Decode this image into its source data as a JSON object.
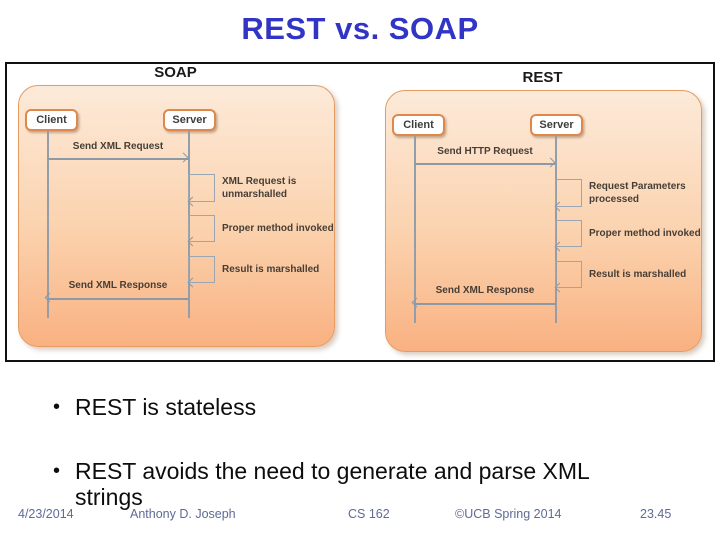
{
  "slide": {
    "title": "REST vs. SOAP",
    "bullets": [
      "REST is stateless",
      "REST avoids the need to generate and parse XML strings"
    ],
    "footer": {
      "date": "4/23/2014",
      "author": "Anthony D. Joseph",
      "course": "CS 162",
      "copyright": "©UCB Spring 2014",
      "page": "23.45"
    },
    "colors": {
      "title_blue": "#3134c4",
      "panel_gradient_top": "#fcead9",
      "panel_gradient_bottom": "#f9b181",
      "panel_border": "#e59c63",
      "actor_box_border": "#e0874b",
      "diagram_line_gray": "#8e99a6",
      "footer_text": "#5e6b95"
    }
  },
  "figure": {
    "diagrams": [
      {
        "title": "SOAP",
        "client": "Client",
        "server": "Server",
        "request": "Send XML Request",
        "steps": [
          "XML Request is unmarshalled",
          "Proper method invoked",
          "Result is marshalled"
        ],
        "response": "Send XML Response"
      },
      {
        "title": "REST",
        "client": "Client",
        "server": "Server",
        "request": "Send HTTP Request",
        "steps": [
          "Request Parameters processed",
          "Proper method invoked",
          "Result is marshalled"
        ],
        "response": "Send XML Response"
      }
    ]
  }
}
